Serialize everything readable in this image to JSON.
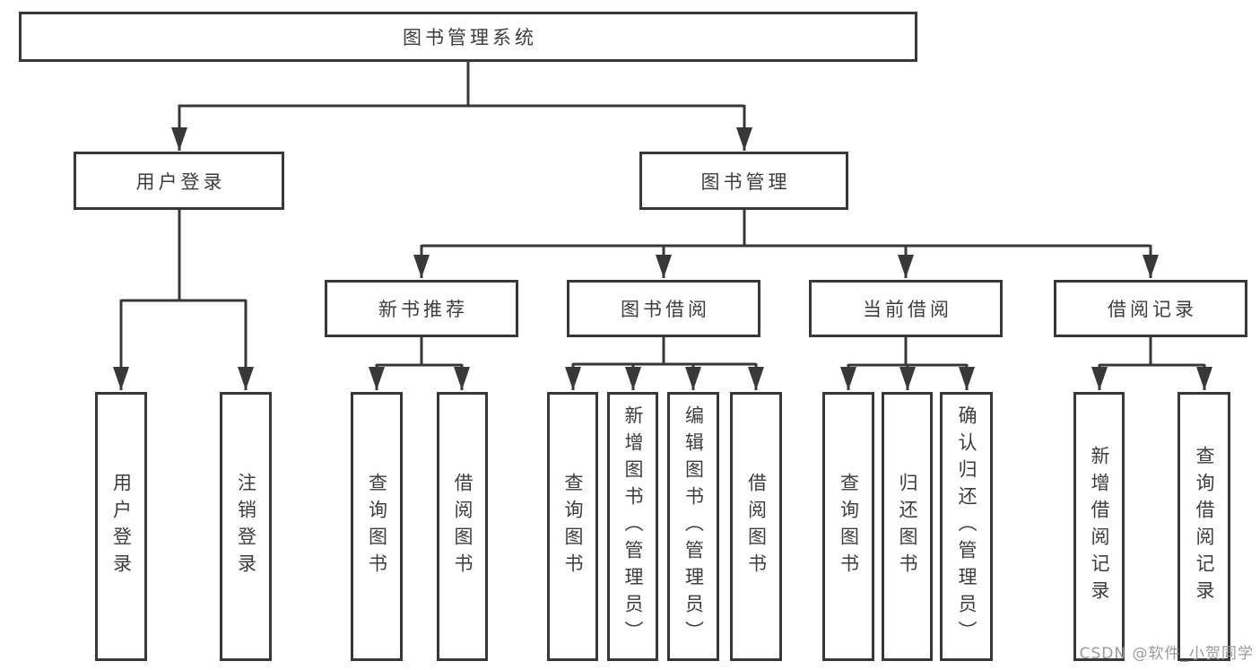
{
  "colors": {
    "line_color": "#383838",
    "text_color": "#3d3d3d",
    "box_bg": "#ffffff",
    "watermark_color": "#9a9a9a",
    "page_bg": "#ffffff"
  },
  "tree": {
    "root": {
      "label": "图书管理系统"
    },
    "branches": [
      {
        "label": "用户登录",
        "children": [
          {
            "label": "用户登录"
          },
          {
            "label": "注销登录"
          }
        ]
      },
      {
        "label": "图书管理",
        "children": [
          {
            "label": "新书推荐",
            "children": [
              {
                "label": "查询图书"
              },
              {
                "label": "借阅图书"
              }
            ]
          },
          {
            "label": "图书借阅",
            "children": [
              {
                "label": "查询图书"
              },
              {
                "label": "新增图书（管理员）"
              },
              {
                "label": "编辑图书（管理员）"
              },
              {
                "label": "借阅图书"
              }
            ]
          },
          {
            "label": "当前借阅",
            "children": [
              {
                "label": "查询图书"
              },
              {
                "label": "归还图书"
              },
              {
                "label": "确认归还（管理员）"
              }
            ]
          },
          {
            "label": "借阅记录",
            "children": [
              {
                "label": "新增借阅记录"
              },
              {
                "label": "查询借阅记录"
              }
            ]
          }
        ]
      }
    ]
  },
  "watermark": {
    "text": "CSDN @软件_小贺同学"
  }
}
